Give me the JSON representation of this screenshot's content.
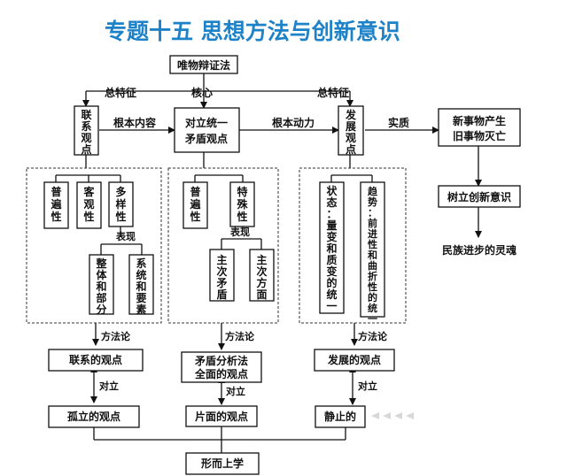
{
  "title": "专题十五   思想方法与创新意识",
  "nodes": {
    "root": "唯物辩证法",
    "link_view": "联系观点",
    "contradiction_view": [
      "对立统一",
      "矛盾观点"
    ],
    "development_view": "发展观点",
    "new_old": [
      "新事物产生",
      "旧事物灭亡"
    ],
    "innovation": "树立创新意识",
    "soul": "民族进步的灵魂",
    "universal": "普遍性",
    "objective": "客观性",
    "diverse": "多样性",
    "whole_part": "整体和部分",
    "system_elements": "系统和要素",
    "universal2": "普遍性",
    "special": "特殊性",
    "main_secondary_contradiction": "主次矛盾",
    "main_secondary_aspect": "主次方面",
    "state": "状态：量变和质变的统一",
    "trend": "趋势：前进性和曲折性的统一",
    "link_viewpoint": "联系的观点",
    "analysis": [
      "矛盾分析法",
      "全面的观点"
    ],
    "develop_viewpoint": "发展的观点",
    "isolated": "孤立的观点",
    "one_sided": "片面的观点",
    "static": "静止的",
    "metaphysics": "形而上学"
  },
  "edge_labels": {
    "general_left": "总特征",
    "core": "核心",
    "general_right": "总特征",
    "basic_content": "根本内容",
    "basic_force": "根本动力",
    "essence": "实质",
    "manifest1": "表现",
    "manifest2": "表现",
    "method1": "方法论",
    "method2": "方法论",
    "method3": "方法论",
    "oppose1": "对立",
    "oppose2": "对立",
    "oppose3": "对立"
  }
}
